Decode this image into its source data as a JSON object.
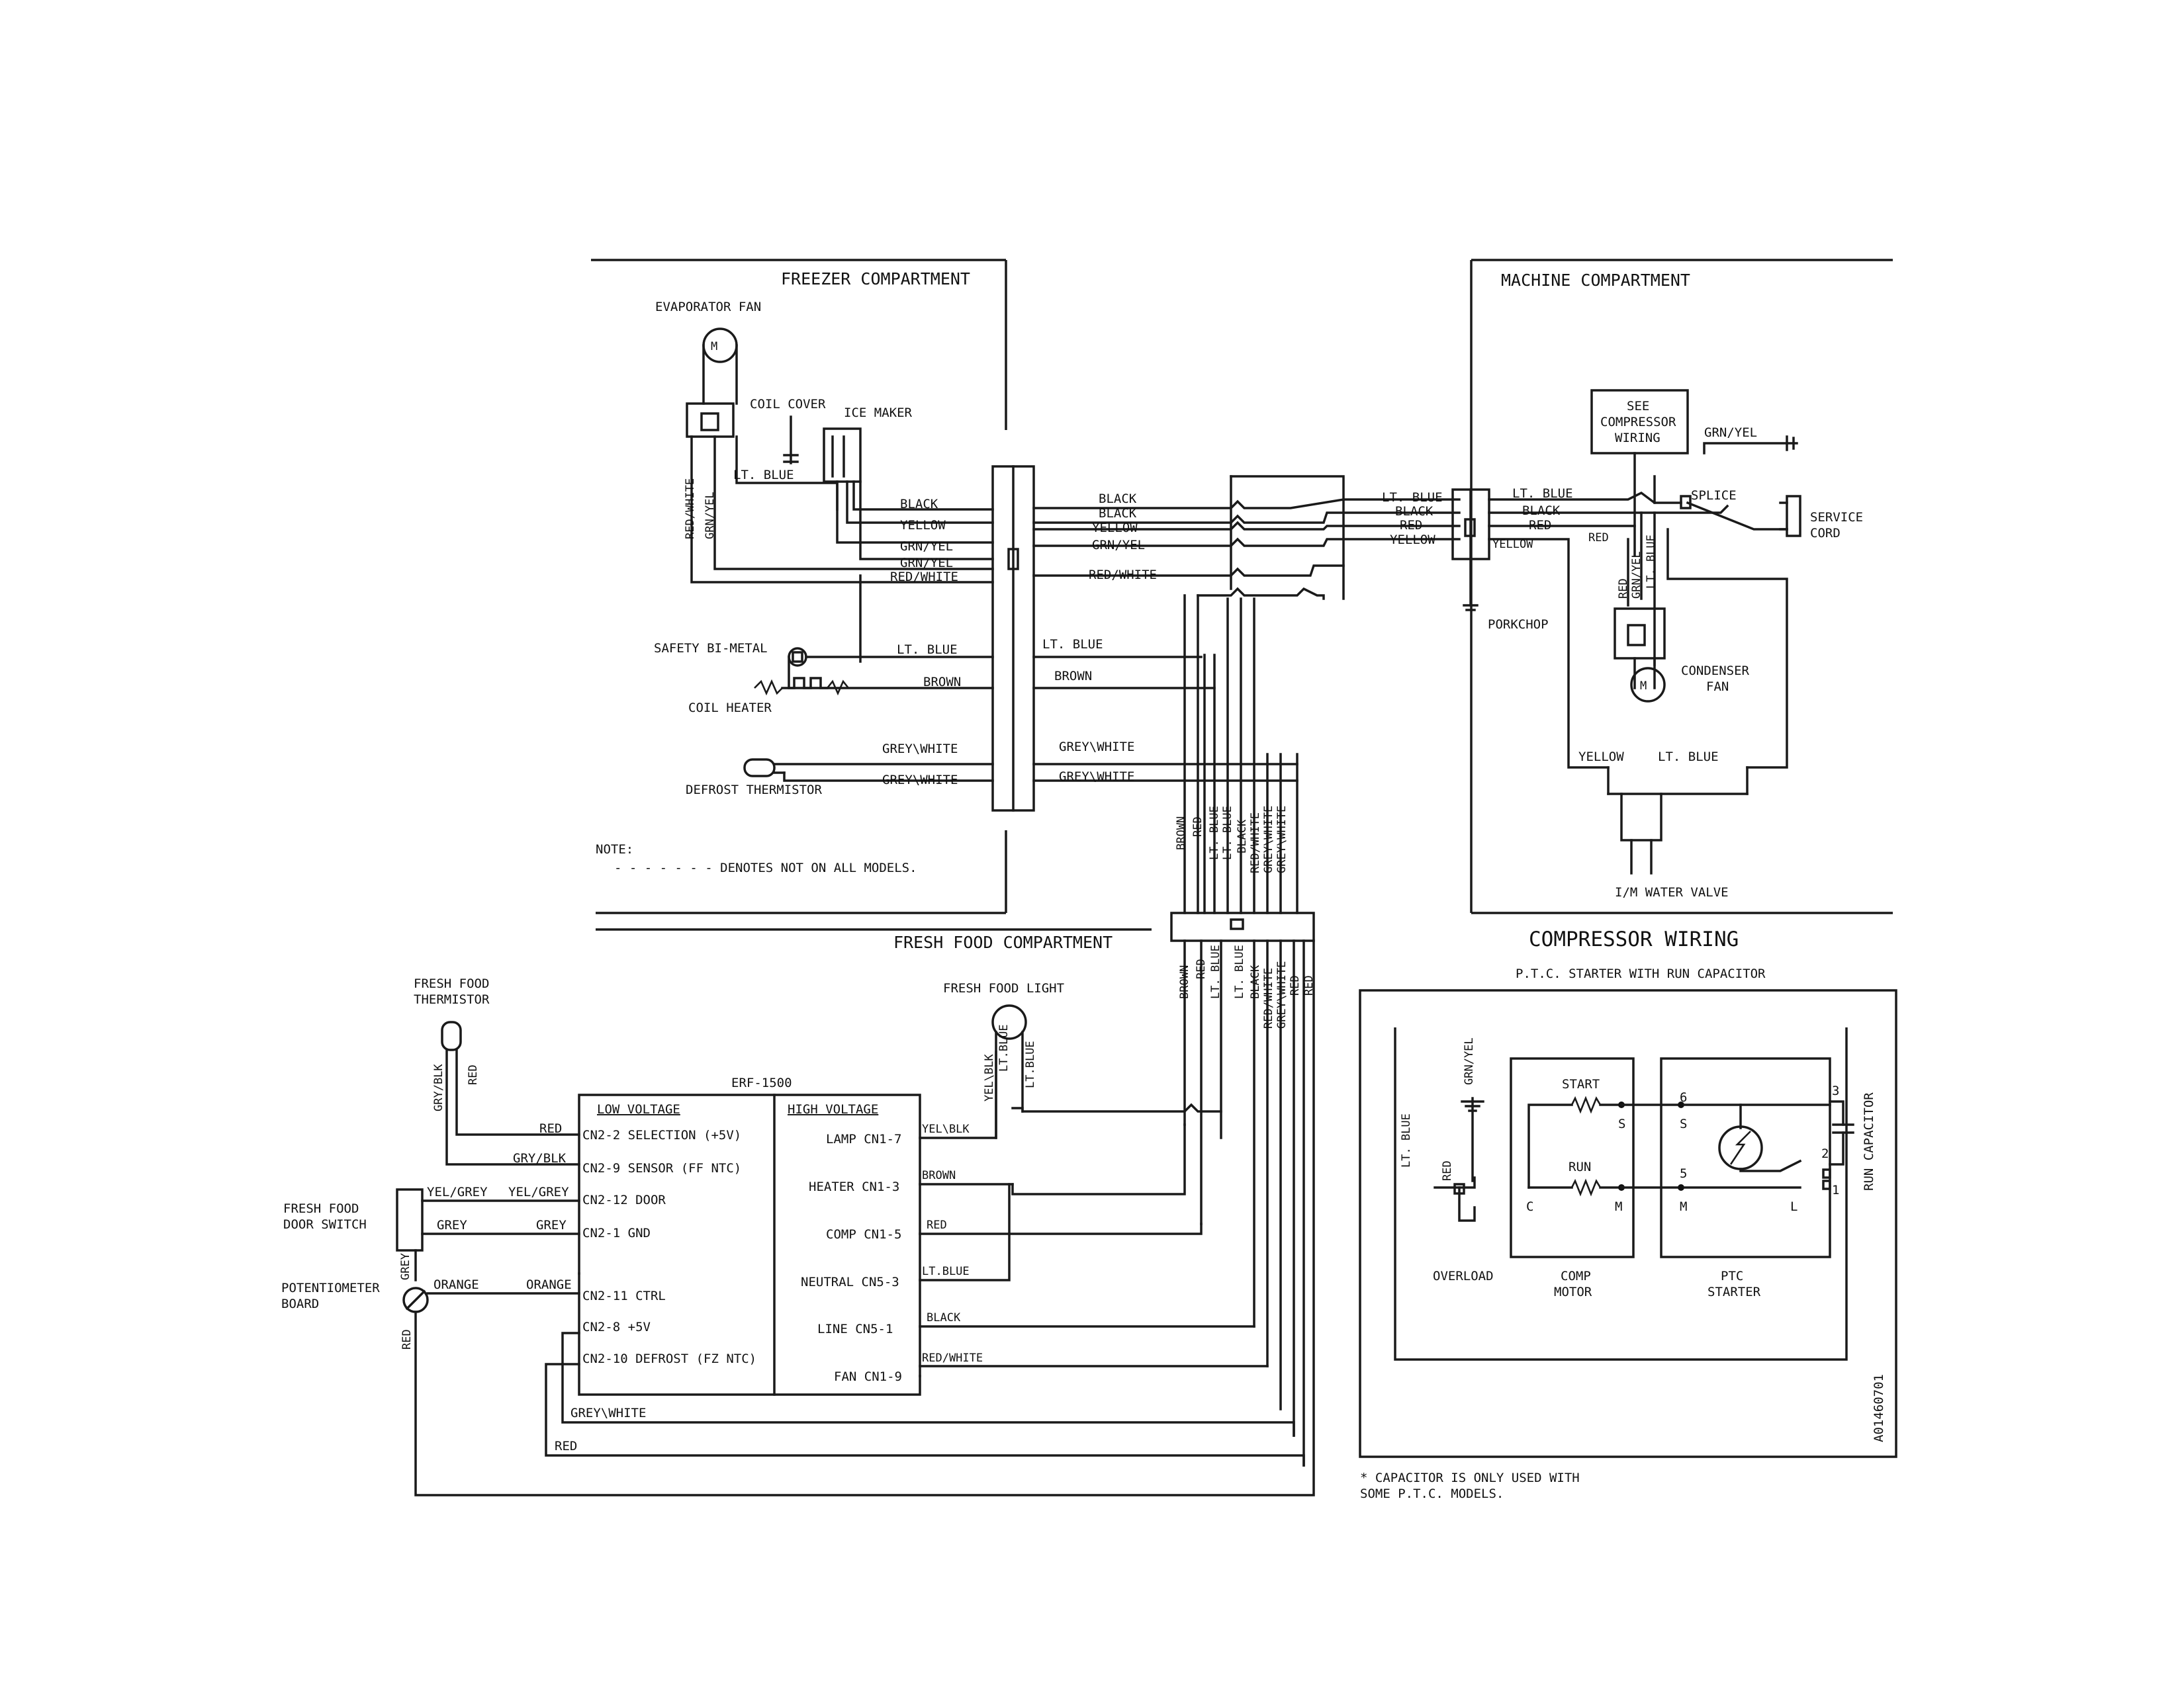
{
  "sections": {
    "freezer": "FREEZER COMPARTMENT",
    "machine": "MACHINE COMPARTMENT",
    "fresh_food": "FRESH FOOD COMPARTMENT",
    "compressor_wiring": "COMPRESSOR WIRING",
    "ptc_subtitle": "P.T.C. STARTER WITH RUN CAPACITOR"
  },
  "components": {
    "evaporator_fan": "EVAPORATOR FAN",
    "coil_cover": "COIL COVER",
    "ice_maker": "ICE MAKER",
    "safety_bimetal": "SAFETY BI-METAL",
    "coil_heater": "COIL HEATER",
    "defrost_thermistor": "DEFROST THERMISTOR",
    "see_compressor_1": "SEE",
    "see_compressor_2": "COMPRESSOR",
    "see_compressor_3": "WIRING",
    "splice": "SPLICE",
    "service_cord_1": "SERVICE",
    "service_cord_2": "CORD",
    "porkchop": "PORKCHOP",
    "condenser_fan_1": "CONDENSER",
    "condenser_fan_2": "FAN",
    "water_valve": "I/M WATER VALVE",
    "ff_thermistor_1": "FRESH FOOD",
    "ff_thermistor_2": "THERMISTOR",
    "ff_light": "FRESH FOOD LIGHT",
    "door_switch_1": "FRESH FOOD",
    "door_switch_2": "DOOR SWITCH",
    "pot_board_1": "POTENTIOMETER",
    "pot_board_2": "BOARD",
    "board_name": "ERF-1500",
    "low_voltage": "LOW VOLTAGE",
    "high_voltage": "HIGH VOLTAGE",
    "overload": "OVERLOAD",
    "comp_motor_1": "COMP",
    "comp_motor_2": "MOTOR",
    "ptc_starter_1": "PTC",
    "ptc_starter_2": "STARTER",
    "start": "START",
    "run": "RUN",
    "run_capacitor": "RUN CAPACITOR",
    "pin_s": "S",
    "pin_c": "C",
    "pin_m": "M",
    "pin_l": "L",
    "pin_6": "6",
    "pin_5": "5",
    "pin_3": "3",
    "pin_2": "2",
    "pin_1": "1"
  },
  "board_pins": {
    "low": [
      "CN2-2 SELECTION (+5V)",
      "CN2-9 SENSOR (FF NTC)",
      "CN2-12 DOOR",
      "CN2-1 GND",
      "CN2-11 CTRL",
      "CN2-8 +5V",
      "CN2-10 DEFROST (FZ NTC)"
    ],
    "high": [
      "LAMP CN1-7",
      "HEATER CN1-3",
      "COMP CN1-5",
      "NEUTRAL CN5-3",
      "LINE CN5-1",
      "FAN CN1-9"
    ]
  },
  "wires": {
    "lt_blue": "LT. BLUE",
    "black": "BLACK",
    "yellow": "YELLOW",
    "grn_yel": "GRN/YEL",
    "red_white": "RED/WHITE",
    "brown": "BROWN",
    "grey_white": "GREY\\WHITE",
    "red": "RED",
    "grey": "GREY",
    "orange": "ORANGE",
    "gry_blk": "GRY/BLK",
    "yel_grey": "YEL/GREY",
    "yel_blk": "YEL\\BLK",
    "lt_blue_nospace": "LT.BLUE",
    "lt_blue_compact": "LT.BLUE"
  },
  "notes": {
    "note_title": "NOTE:",
    "note_text": "- - - - - - - DENOTES NOT ON ALL MODELS.",
    "capacitor_note_1": "* CAPACITOR IS ONLY USED WITH",
    "capacitor_note_2": "SOME P.T.C. MODELS.",
    "drawing_id": "A01460701"
  }
}
